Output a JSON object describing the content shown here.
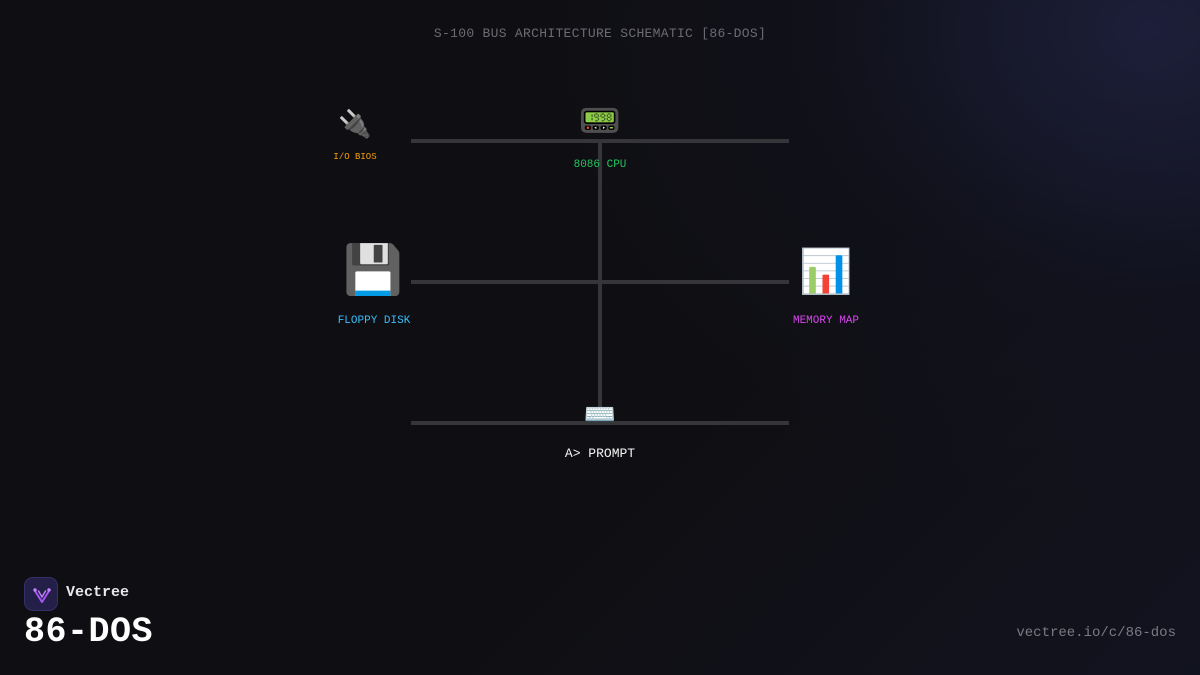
{
  "diagram": {
    "title": "S-100 BUS ARCHITECTURE SCHEMATIC [86-DOS]",
    "nodes": {
      "io_bios": {
        "icon": "🔌",
        "icon_name": "plug-icon",
        "label": "I/O BIOS",
        "color": "#f59e0b"
      },
      "cpu": {
        "icon": "📟",
        "icon_name": "pager-icon",
        "label": "8086 CPU",
        "color": "#22c55e"
      },
      "floppy": {
        "icon": "💾",
        "icon_name": "floppy-disk-icon",
        "label": "FLOPPY DISK",
        "color": "#38bdf8"
      },
      "memory": {
        "icon": "📊",
        "icon_name": "bar-chart-icon",
        "label": "MEMORY MAP",
        "color": "#d946ef"
      },
      "prompt": {
        "icon": "⌨️",
        "icon_name": "keyboard-icon",
        "label": "A> PROMPT",
        "color": "#f4f4f5"
      }
    }
  },
  "footer": {
    "brand_name": "Vectree",
    "page_title": "86-DOS",
    "url": "vectree.io/c/86-dos"
  }
}
